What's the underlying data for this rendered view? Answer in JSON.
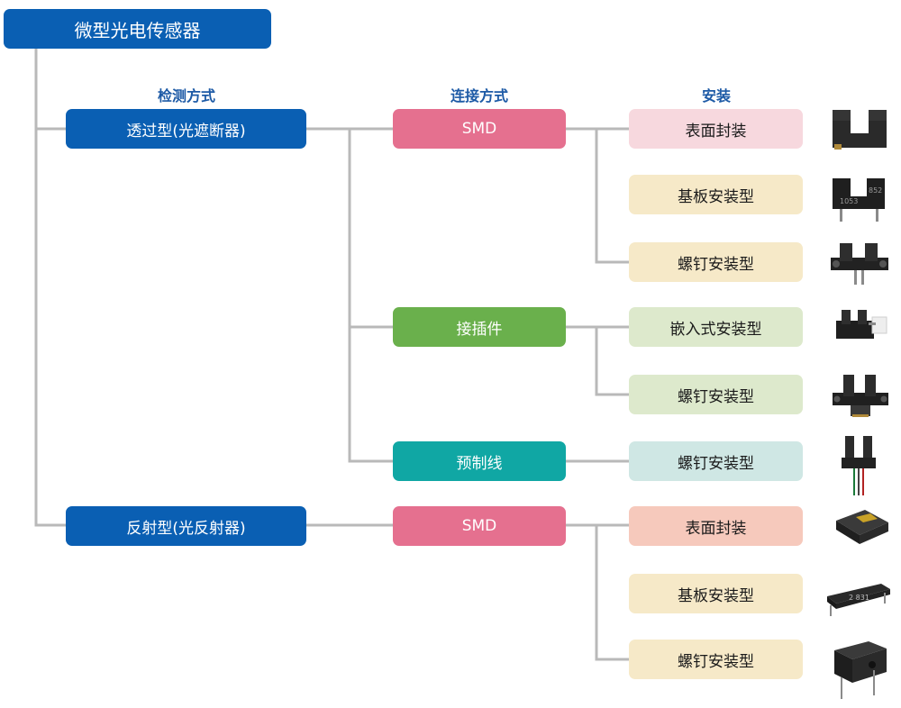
{
  "title": "微型光电传感器",
  "headers": {
    "detection": "检测方式",
    "connection": "连接方式",
    "mounting": "安装"
  },
  "detection": [
    {
      "label": "透过型(光遮断器)"
    },
    {
      "label": "反射型(光反射器)"
    }
  ],
  "connection": [
    {
      "label": "SMD"
    },
    {
      "label": "接插件"
    },
    {
      "label": "预制线"
    },
    {
      "label": "SMD"
    }
  ],
  "mounting": [
    {
      "label": "表面封装"
    },
    {
      "label": "基板安装型"
    },
    {
      "label": "螺钉安装型"
    },
    {
      "label": "嵌入式安装型"
    },
    {
      "label": "螺钉安装型"
    },
    {
      "label": "螺钉安装型"
    },
    {
      "label": "表面封装"
    },
    {
      "label": "基板安装型"
    },
    {
      "label": "螺钉安装型"
    }
  ],
  "products": {
    "p2_text_a": "1053",
    "p2_text_b": "852",
    "p8_text": "2 831"
  },
  "colors": {
    "title": "#0a5fb3",
    "detection": "#0a5fb3",
    "smd": "#e5708f",
    "connector": "#6ab04c",
    "wire": "#10a7a4",
    "mount_pink": "#f7d8de",
    "mount_yellow": "#f6e9c8",
    "mount_green": "#dde9cc",
    "mount_teal": "#cfe7e4",
    "mount_salmon": "#f6c9bc",
    "line": "#b9b9b9",
    "header_text": "#1d5aa6"
  }
}
